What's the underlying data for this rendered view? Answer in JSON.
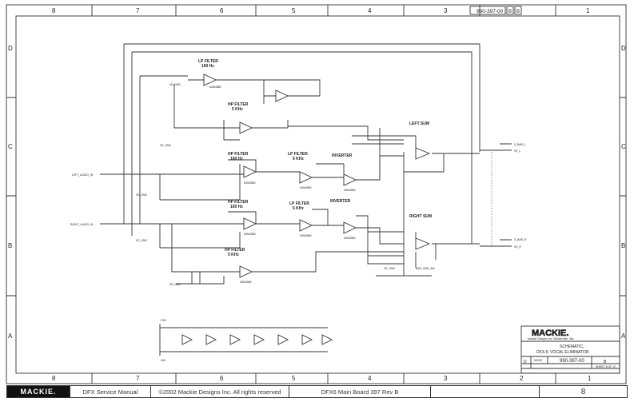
{
  "drawing_number_top": "990-397-00",
  "size_top": "B",
  "rev_top": "B",
  "columns": [
    "8",
    "7",
    "6",
    "5",
    "4",
    "3",
    "2",
    "1"
  ],
  "rows": [
    "D",
    "C",
    "B",
    "A"
  ],
  "schematic": {
    "blocks": {
      "lp_160": [
        "LP FILTER",
        "160 Hz"
      ],
      "hp_5k_top": [
        "HP FILTER",
        "5 KHz"
      ],
      "hp_160_left": [
        "HP FILTER",
        "160 Hz"
      ],
      "lp_5k_left": [
        "LP FILTER",
        "5 KHz"
      ],
      "inverter_left": "INVERTER",
      "hp_160_right": [
        "HP FILTER",
        "160 Hz"
      ],
      "lp_5k_right": [
        "LP FILTER",
        "5 KHz"
      ],
      "inverter_right": "INVERTER",
      "hp_5k_bottom": [
        "HP FILTER",
        "5 KHz"
      ],
      "left_sum": "LEFT SUM",
      "right_sum": "RIGHT SUM"
    },
    "nets": {
      "left_in": "LEFT_AUDIO_IN",
      "right_in": "RIGHT_AUDIO_IN",
      "gnd": "VE_GND",
      "bar_gnd": "BAR_GND_SW",
      "s_bar_l": "S_BAR_L",
      "ve_l": "VE_L",
      "s_bar_r": "S_BAR_R",
      "ve_r": "VE_R",
      "plus_v": "+15V",
      "minus_v": "-15V"
    },
    "opamp_part": "NJM4580"
  },
  "title_block": {
    "company": "MACKIE.",
    "company_sub": "Mackie Designs Inc.  Woodinville, Wa.",
    "title_1": "SCHEMATIC,",
    "title_2": "DFX-6: VOCAL ELIMINATOR",
    "size": "D",
    "scale": "NONE",
    "drawing_number": "990-397-00",
    "rev": "B",
    "sheet": "SHEET 8 OF 12"
  },
  "footer": {
    "logo": "MACKIE.",
    "manual": "DFX Service Manual",
    "copyright": "©2002 Mackie Designs Inc. All rights reserved",
    "board": "DFX6 Main Board 397 Rev B",
    "page": "8"
  }
}
